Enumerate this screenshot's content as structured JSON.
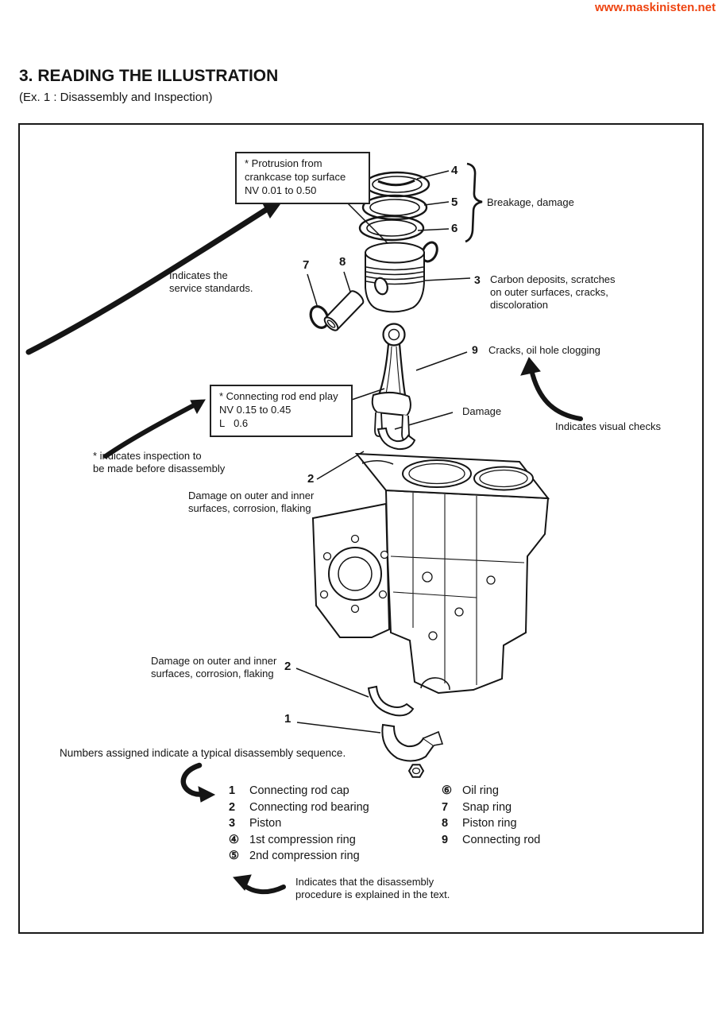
{
  "watermark": "www.maskinisten.net",
  "accent_color": "#ee4411",
  "header": {
    "title": "3. READING THE ILLUSTRATION",
    "subtitle": "(Ex. 1 : Disassembly and Inspection)"
  },
  "callouts": {
    "n1": "1",
    "n2": "2",
    "n3": "3",
    "n4": "4",
    "n5": "5",
    "n6": "6",
    "n7": "7",
    "n8": "8",
    "n9": "9",
    "upper2": "2",
    "lower2": "2",
    "lower1": "1"
  },
  "notes": {
    "protrusion_box": "* Protrusion from\ncrankcase top surface\nNV 0.01 to 0.50",
    "breakage": "Breakage, damage",
    "service_standards": "Indicates the\nservice standards.",
    "carbon_deposits": "Carbon deposits, scratches\non outer surfaces, cracks,\ndiscoloration",
    "cracks": "Cracks, oil hole clogging",
    "rod_end_play_box": "* Connecting rod end play\nNV 0.15 to 0.45\nL   0.6",
    "damage": "Damage",
    "visual_checks": "Indicates visual checks",
    "inspection_before": "* indicates inspection to\nbe made before disassembly",
    "damage_surfaces_upper": "Damage on outer and inner\nsurfaces, corrosion, flaking",
    "damage_surfaces_lower": "Damage on outer and inner\nsurfaces, corrosion, flaking",
    "sequence": "Numbers assigned indicate a typical disassembly sequence.",
    "text_explained": "Indicates that the disassembly\nprocedure is explained in the text."
  },
  "parts_list": {
    "left": [
      {
        "num": "1",
        "label": "Connecting rod cap"
      },
      {
        "num": "2",
        "label": "Connecting rod bearing"
      },
      {
        "num": "3",
        "label": "Piston"
      },
      {
        "num": "④",
        "label": "1st compression ring"
      },
      {
        "num": "⑤",
        "label": "2nd compression ring"
      }
    ],
    "right": [
      {
        "num": "⑥",
        "label": "Oil ring"
      },
      {
        "num": "7",
        "label": "Snap ring"
      },
      {
        "num": "8",
        "label": "Piston ring"
      },
      {
        "num": "9",
        "label": "Connecting rod"
      }
    ]
  }
}
